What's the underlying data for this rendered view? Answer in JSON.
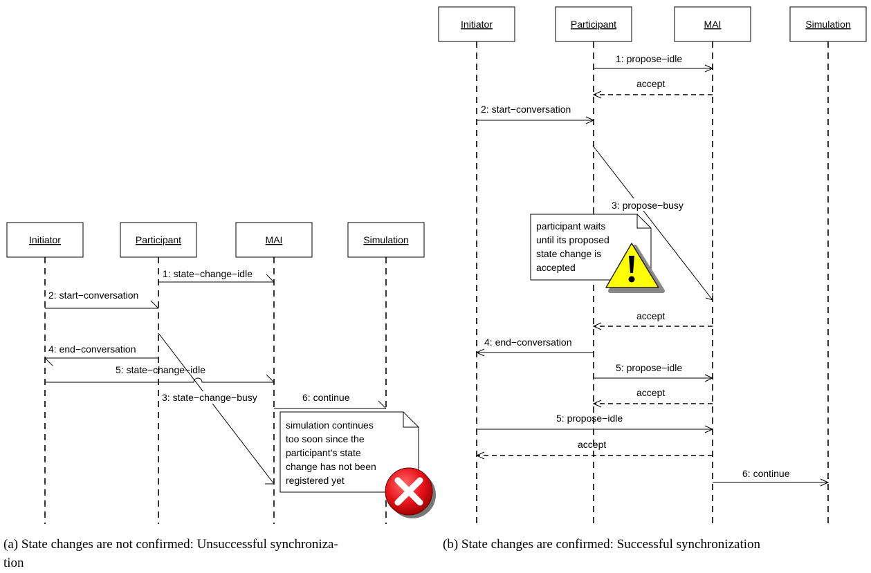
{
  "diagram_a": {
    "lifelines": [
      "Initiator",
      "Participant",
      "MAI",
      "Simulation"
    ],
    "messages": {
      "m1": "1: state−change−idle",
      "m2": "2: start−conversation",
      "m4": "4: end−conversation",
      "m5": "5: state−change−idle",
      "m3": "3: state−change−busy",
      "m6": "6: continue"
    },
    "note": [
      "simulation continues",
      "too soon since the",
      "participant’s state",
      "change has not been",
      "registered yet"
    ],
    "note_icon": "error-x-icon",
    "caption": [
      "(a)  State changes are not confirmed: Unsuccessful synchroniza-",
      "tion"
    ]
  },
  "diagram_b": {
    "lifelines": [
      "Initiator",
      "Participant",
      "MAI",
      "Simulation"
    ],
    "messages": {
      "m1": "1: propose−idle",
      "r1": "accept",
      "m2": "2: start−conversation",
      "m3": "3: propose−busy",
      "r3": "accept",
      "m4": "4: end−conversation",
      "m5a": "5: propose−idle",
      "r5a": "accept",
      "m5b": "5: propose−idle",
      "r5b": "accept",
      "m6": "6: continue"
    },
    "note": [
      "participant waits",
      "until its proposed",
      "state change is",
      "accepted"
    ],
    "note_icon": "warning-icon",
    "caption": [
      "(b)  State changes are confirmed: Successful synchronization"
    ]
  },
  "colors": {
    "error": "#e8141b",
    "warning": "#ffff00"
  }
}
